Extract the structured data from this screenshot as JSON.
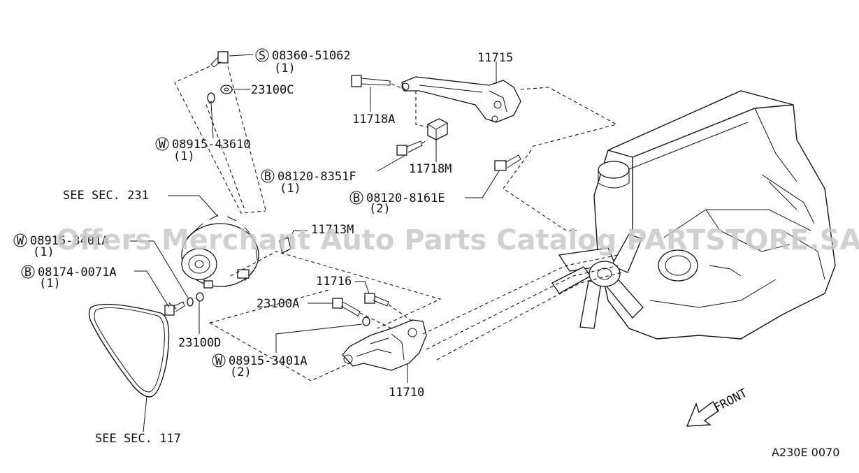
{
  "diagram": {
    "code": "A230E 0070",
    "watermark": "Offers Merchant Auto Parts Catalog PARTSTORE.SA",
    "front_label": "FRONT",
    "labels": {
      "p_08360_51062": {
        "prefix": "S",
        "number": "08360-51062",
        "qty": "(1)"
      },
      "p_23100C": {
        "number": "23100C"
      },
      "p_08915_43610": {
        "prefix": "W",
        "number": "08915-43610",
        "qty": "(1)"
      },
      "p_11715": {
        "number": "11715"
      },
      "p_11718A": {
        "number": "11718A"
      },
      "p_11718M": {
        "number": "11718M"
      },
      "p_08120_8351F": {
        "prefix": "B",
        "number": "08120-8351F",
        "qty": "(1)"
      },
      "p_08120_8161E": {
        "prefix": "B",
        "number": "08120-8161E",
        "qty": "(2)"
      },
      "see_231": {
        "text": "SEE SEC. 231"
      },
      "p_08915_3401A_1": {
        "prefix": "W",
        "number": "08915-3401A",
        "qty": "(1)"
      },
      "p_11713M": {
        "number": "11713M"
      },
      "p_08174_0071A": {
        "prefix": "B",
        "number": "08174-0071A",
        "qty": "(1)"
      },
      "p_11716": {
        "number": "11716"
      },
      "p_23100A": {
        "number": "23100A"
      },
      "p_23100D": {
        "number": "23100D"
      },
      "p_08915_3401A_2": {
        "prefix": "W",
        "number": "08915-3401A",
        "qty": "(2)"
      },
      "p_11710": {
        "number": "11710"
      },
      "see_117": {
        "text": "SEE SEC. 117"
      }
    }
  }
}
